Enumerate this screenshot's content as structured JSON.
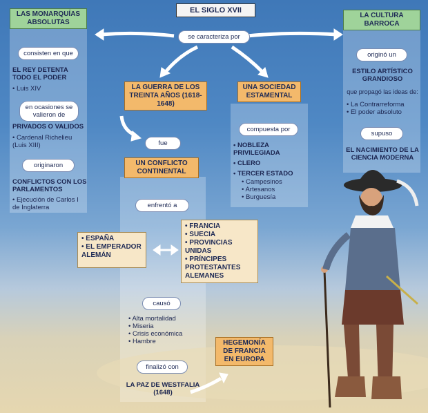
{
  "central": {
    "title": "EL SIGLO XVII",
    "connector": "se caracteriza por"
  },
  "left": {
    "header": "LAS MONARQUÍAS ABSOLUTAS",
    "consist_label": "consisten en que",
    "king_text": "EL REY DETENTA TODO EL PODER",
    "king_example": "Luis XIV",
    "ocasiones_label": "en ocasiones se valieron de",
    "privados": "PRIVADOS O VALIDOS",
    "privados_example": "Cardenal Richelieu (Luis XIII)",
    "originaron_label": "originaron",
    "conflictos": "CONFLICTOS CON LOS PARLAMENTOS",
    "conflictos_example": "Ejecución de Carlos I de Inglaterra"
  },
  "war": {
    "header": "LA GUERRA DE LOS TREINTA AÑOS (1618-1648)",
    "fue_label": "fue",
    "conflict": "UN CONFLICTO CONTINENTAL",
    "enfrento_label": "enfrentó a",
    "side_a": [
      "ESPAÑA",
      "EL EMPERADOR ALEMÁN"
    ],
    "side_b": [
      "FRANCIA",
      "SUECIA",
      "PROVINCIAS UNIDAS",
      "PRÍNCIPES PROTESTANTES ALEMANES"
    ],
    "causo_label": "causó",
    "effects": [
      "Alta mortalidad",
      "Miseria",
      "Crisis económica",
      "Hambre"
    ],
    "finalizo_label": "finalizó con",
    "peace": "LA PAZ DE WESTFALIA (1648)",
    "hegemony": "HEGEMONÍA DE FRANCIA EN EUROPA"
  },
  "society": {
    "header": "UNA SOCIEDAD ESTAMENTAL",
    "compuesta_label": "compuesta por",
    "items": [
      "NOBLEZA PRIVILEGIADA",
      "CLERO",
      "TERCER ESTADO"
    ],
    "sub_items": [
      "Campesinos",
      "Artesanos",
      "Burguesía"
    ]
  },
  "culture": {
    "header": "LA CULTURA BARROCA",
    "origino_label": "originó un",
    "style": "ESTILO ARTÍSTICO GRANDIOSO",
    "propago_label": "que propagó las ideas de:",
    "ideas": [
      "La Contrarreforma",
      "El poder absoluto"
    ],
    "supuso_label": "supuso",
    "science": "EL NACIMIENTO DE LA CIENCIA MODERNA"
  },
  "colors": {
    "sky": "#4f88c4",
    "green_box": "#9fd39a",
    "orange_box": "#f3b96b",
    "light_box": "#f7e7c8",
    "text": "#1e2a55"
  }
}
